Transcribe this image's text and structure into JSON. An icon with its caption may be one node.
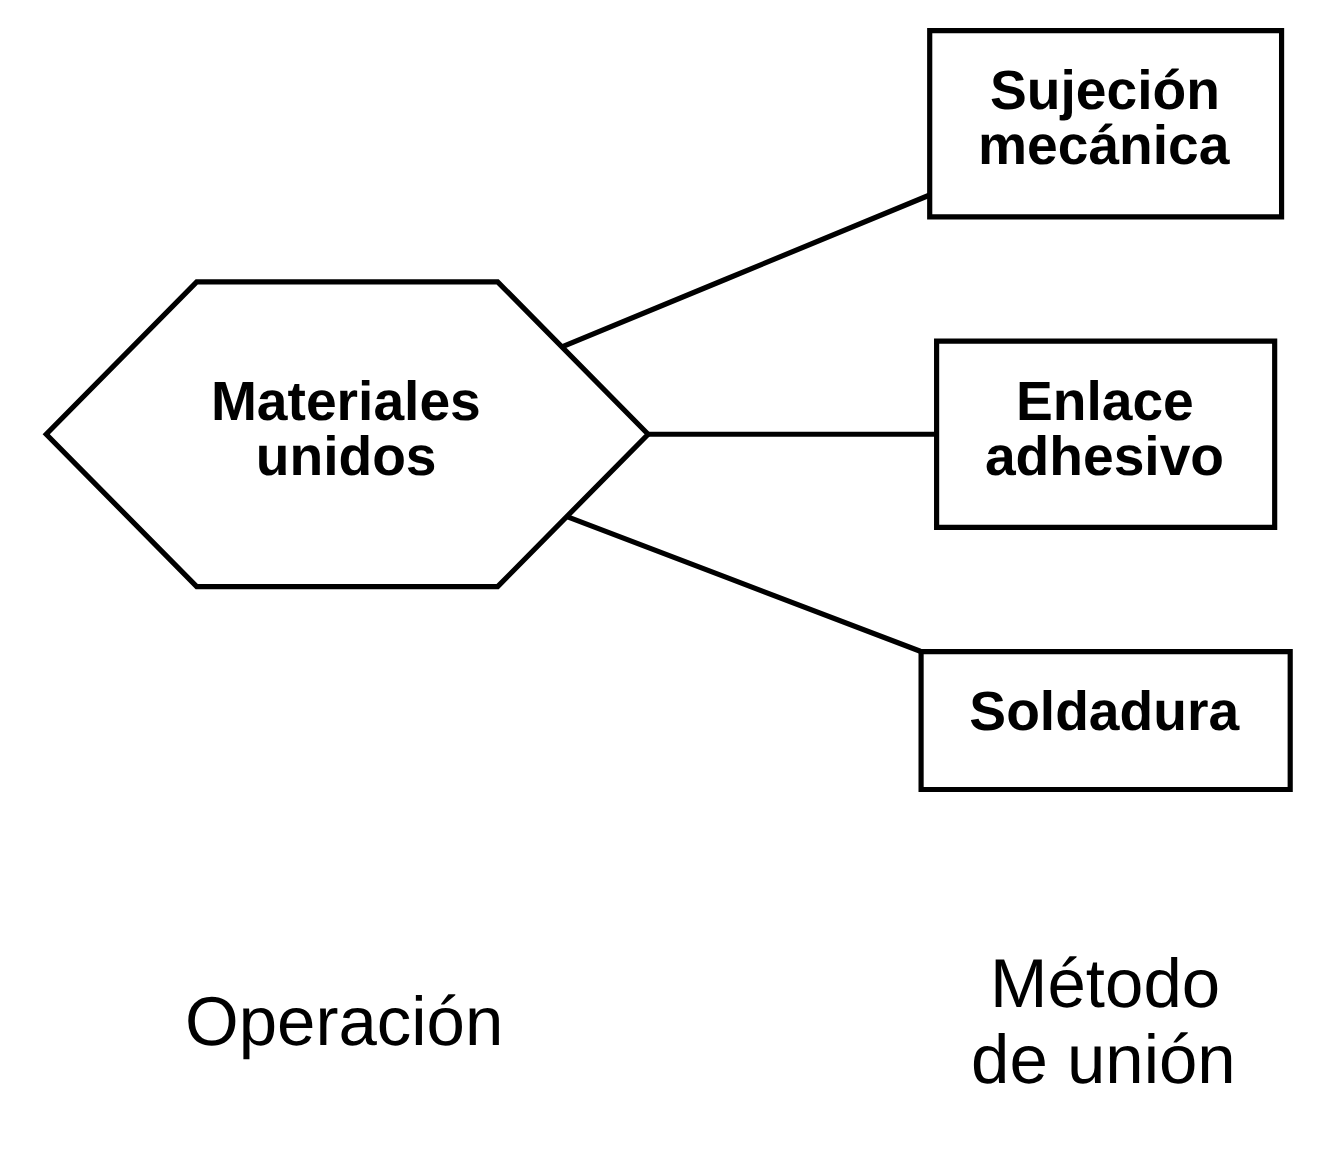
{
  "diagram": {
    "nodes": [
      {
        "text": [
          "Materiales unidos"
        ]
      },
      {
        "text": [
          "Sujeción mecánica"
        ]
      },
      {
        "text": [
          "Enlace adhesivo"
        ]
      },
      {
        "text": [
          "Soldadura"
        ]
      }
    ],
    "edges": [
      {
        "from": 0,
        "to": 1,
        "arrow": "none"
      },
      {
        "from": 0,
        "to": 2,
        "arrow": "none"
      },
      {
        "from": 0,
        "to": 3,
        "arrow": "none"
      }
    ],
    "labels": [
      "Operación",
      "Método de unión"
    ]
  }
}
